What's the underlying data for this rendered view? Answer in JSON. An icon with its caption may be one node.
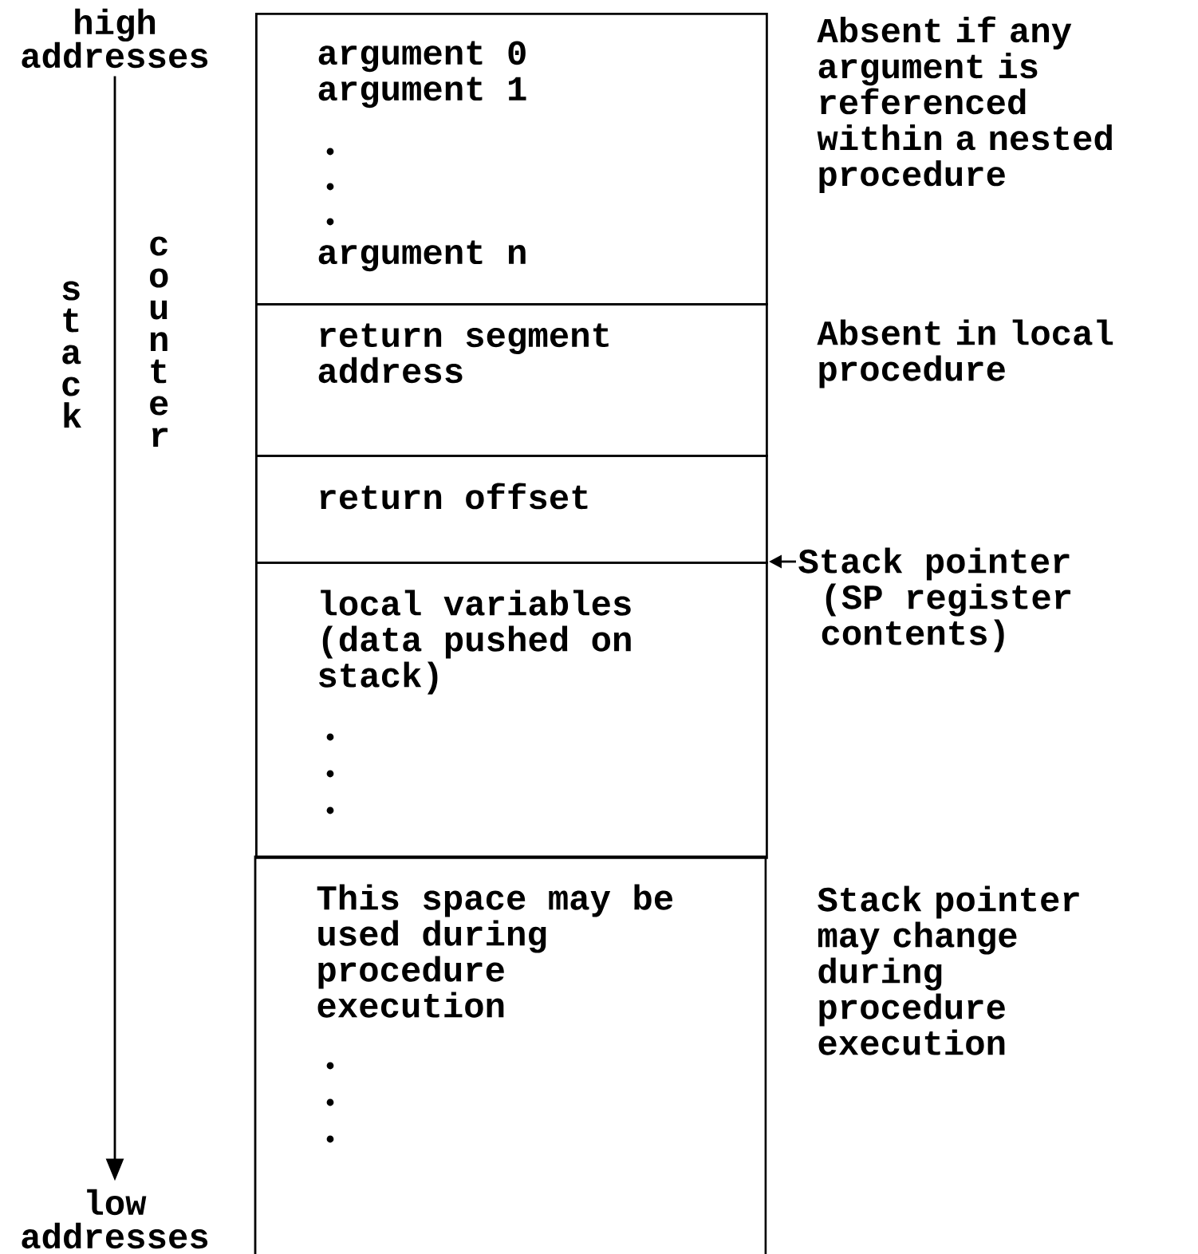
{
  "diagram": {
    "nodes": [
      {
        "text": [
          "high addresses"
        ]
      },
      {
        "text": [
          "low addresses"
        ]
      },
      {
        "text": [
          "argument 0",
          "argument 1",
          "argument n"
        ],
        "beside": [
          "Absent if any argument is referenced within a nested procedure"
        ]
      },
      {
        "text": [
          "return segment address"
        ],
        "beside": [
          "Absent in local procedure"
        ]
      },
      {
        "text": [
          "return offset"
        ]
      },
      {
        "text": [
          "local variables (data pushed on stack)"
        ]
      },
      {
        "text": [
          "This space may be used during procedure execution"
        ],
        "beside": [
          "Stack pointer may change during procedure execution"
        ]
      },
      {
        "text": [
          "Stack pointer (SP register contents)"
        ]
      }
    ],
    "edges": [
      {
        "from": 0,
        "to": 1,
        "arrow": "to"
      },
      {
        "from": 7,
        "to": null,
        "arrow": "to"
      }
    ],
    "labels": [
      "stack",
      "counter"
    ]
  }
}
